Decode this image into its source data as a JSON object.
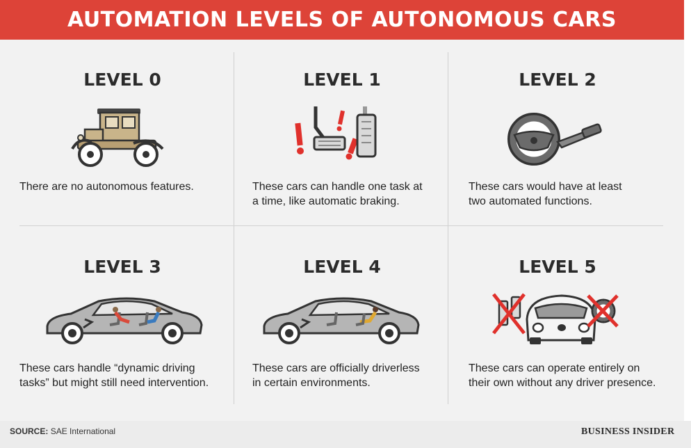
{
  "header": {
    "title": "AUTOMATION LEVELS OF AUTONOMOUS CARS"
  },
  "levels": [
    {
      "title": "LEVEL 0",
      "description_lines": [
        "There are no autonomous features.",
        ""
      ],
      "icon": "vintage-car-icon"
    },
    {
      "title": "LEVEL 1",
      "description_lines": [
        "These cars can handle one task at",
        "a time, like automatic braking."
      ],
      "icon": "brake-pedal-icon"
    },
    {
      "title": "LEVEL 2",
      "description_lines": [
        "These cars would have at least",
        "two automated functions."
      ],
      "icon": "steering-wheel-icon"
    },
    {
      "title": "LEVEL 3",
      "description_lines": [
        "These cars handle “dynamic driving",
        "tasks” but might still need intervention."
      ],
      "icon": "sedan-with-driver-icon"
    },
    {
      "title": "LEVEL 4",
      "description_lines": [
        "These cars are officially driverless",
        "in certain environments."
      ],
      "icon": "sedan-with-passenger-icon"
    },
    {
      "title": "LEVEL 5",
      "description_lines": [
        "These cars can operate entirely on",
        "their own without any driver presence."
      ],
      "icon": "self-driving-pod-icon"
    }
  ],
  "footer": {
    "source_label": "SOURCE:",
    "source_value": "SAE International",
    "brand": "BUSINESS INSIDER"
  },
  "colors": {
    "header_bg": "#dd4338",
    "panel_bg": "#f2f2f2",
    "cross_red": "#e0312c"
  }
}
